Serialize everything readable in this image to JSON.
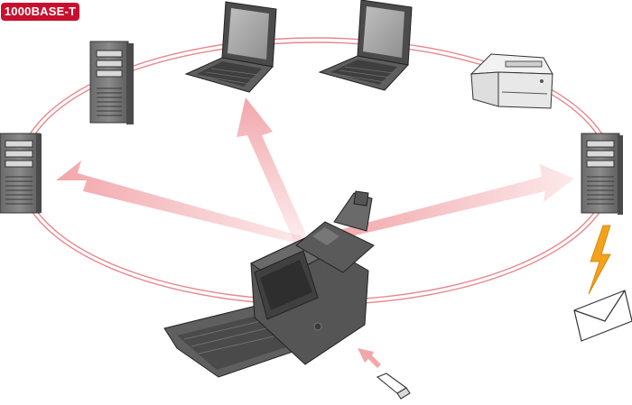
{
  "network_badge": {
    "label": "1000BASE-T"
  },
  "colors": {
    "badge": "#c8102e",
    "ring": "#e8878d",
    "arrow": "#f2a7ab",
    "bolt": "#f3a21a",
    "device_body": "#5a5a5a",
    "device_light": "#e9e9e9"
  },
  "devices": [
    {
      "id": "server-left",
      "kind": "tower-server-icon"
    },
    {
      "id": "server-top-left",
      "kind": "tower-server-icon"
    },
    {
      "id": "laptop-1",
      "kind": "laptop-icon"
    },
    {
      "id": "laptop-2",
      "kind": "laptop-icon"
    },
    {
      "id": "printer",
      "kind": "printer-icon"
    },
    {
      "id": "server-right",
      "kind": "tower-server-icon"
    },
    {
      "id": "scanner",
      "kind": "document-scanner-icon"
    },
    {
      "id": "usb-drive",
      "kind": "usb-drive-icon"
    },
    {
      "id": "email",
      "kind": "envelope-icon"
    },
    {
      "id": "notification",
      "kind": "lightning-bolt-icon"
    }
  ]
}
